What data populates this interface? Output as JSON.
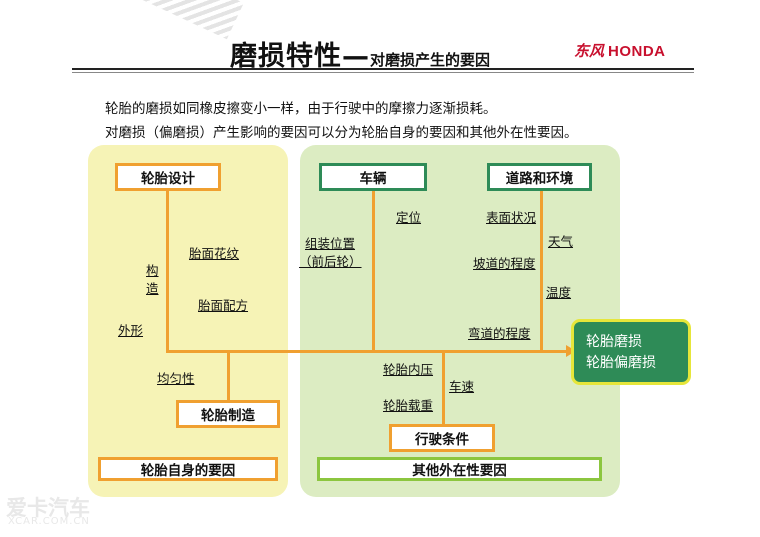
{
  "header": {
    "title_main": "磨损特性—",
    "title_sub": "对磨损产生的要因",
    "logo_cn": "东风",
    "logo_en": "HONDA"
  },
  "intro": {
    "line1": "轮胎的磨损如同橡皮擦变小一样，由于行驶中的摩擦力逐渐损耗。",
    "line2": "对磨损（偏磨损）产生影响的要因可以分为轮胎自身的要因和其他外在性要因。"
  },
  "diagram": {
    "categories": {
      "tire_design": "轮胎设计",
      "vehicle": "车辆",
      "road_env": "道路和环境",
      "tire_mfg": "轮胎制造",
      "driving": "行驶条件"
    },
    "labels": {
      "structure_1": "构",
      "structure_2": "造",
      "shape": "外形",
      "tread_pattern": "胎面花纹",
      "tread_compound": "胎面配方",
      "uniformity": "均匀性",
      "alignment": "定位",
      "mount_pos_1": "组装位置",
      "mount_pos_2": "（前后轮）",
      "surface": "表面状况",
      "weather": "天气",
      "slope": "坡道的程度",
      "temperature": "温度",
      "curve": "弯道的程度",
      "inner_pressure": "轮胎内压",
      "speed": "车速",
      "load": "轮胎载重"
    },
    "result_1": "轮胎磨损",
    "result_2": "轮胎偏磨损",
    "footer_left": "轮胎自身的要因",
    "footer_right": "其他外在性要因"
  },
  "watermark": {
    "cn": "爱卡汽车",
    "en": "XCAR.COM.CN"
  },
  "colors": {
    "orange": "#f0a030",
    "green": "#2e8b57",
    "panel_left": "#f6f3b6",
    "panel_right": "#dcecc2",
    "brand_red": "#c8102e"
  }
}
